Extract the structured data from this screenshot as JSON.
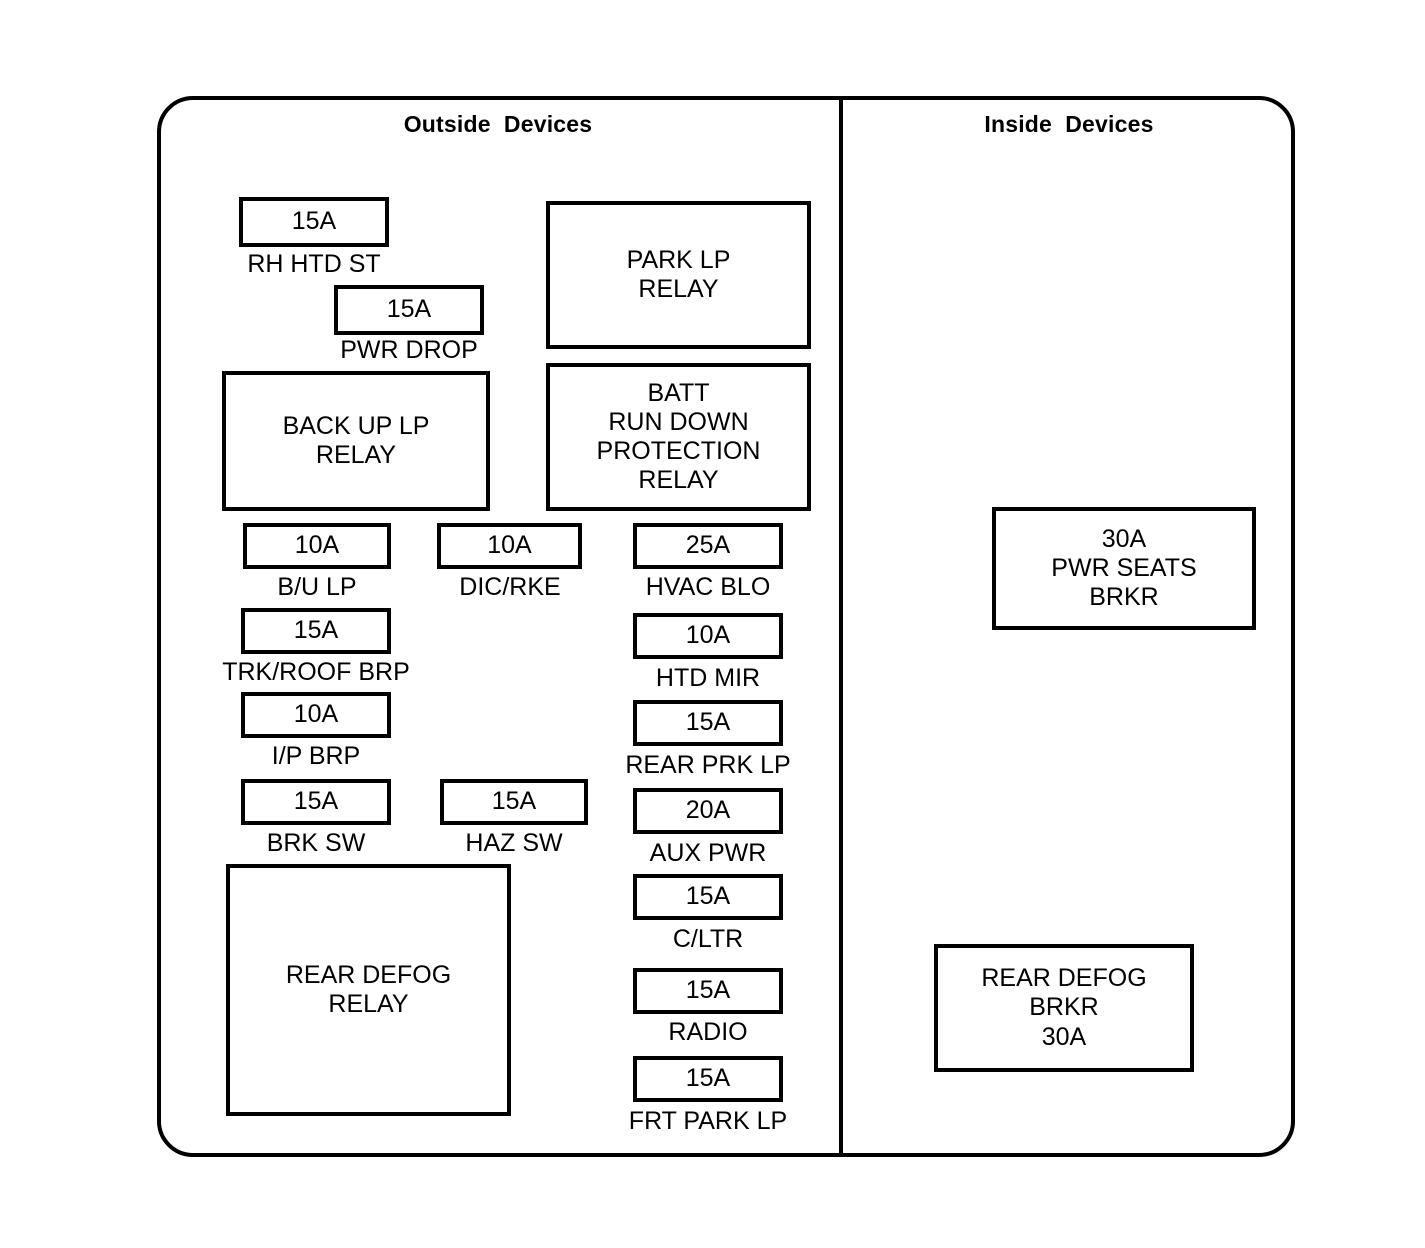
{
  "diagram": {
    "title_left": "Outside  Devices",
    "title_right": "Inside  Devices",
    "line_color": "#000000",
    "background_color": "#ffffff"
  },
  "outside_devices": {
    "fuses": [
      {
        "rating": "15A",
        "caption": "RH HTD ST"
      },
      {
        "rating": "15A",
        "caption": "PWR DROP"
      },
      {
        "rating": "10A",
        "caption": "B/U LP"
      },
      {
        "rating": "10A",
        "caption": "DIC/RKE"
      },
      {
        "rating": "25A",
        "caption": "HVAC BLO"
      },
      {
        "rating": "15A",
        "caption": "TRK/ROOF BRP"
      },
      {
        "rating": "10A",
        "caption": "HTD MIR"
      },
      {
        "rating": "10A",
        "caption": "I/P BRP"
      },
      {
        "rating": "15A",
        "caption": "REAR PRK LP"
      },
      {
        "rating": "15A",
        "caption": "BRK SW"
      },
      {
        "rating": "15A",
        "caption": "HAZ SW"
      },
      {
        "rating": "20A",
        "caption": "AUX PWR"
      },
      {
        "rating": "15A",
        "caption": "C/LTR"
      },
      {
        "rating": "15A",
        "caption": "RADIO"
      },
      {
        "rating": "15A",
        "caption": "FRT PARK LP"
      }
    ],
    "relays": [
      {
        "label": "PARK LP\nRELAY"
      },
      {
        "label": "BACK UP LP\nRELAY"
      },
      {
        "label": "BATT\nRUN DOWN\nPROTECTION\nRELAY"
      },
      {
        "label": "REAR DEFOG\nRELAY"
      }
    ]
  },
  "inside_devices": {
    "breakers": [
      {
        "label": "30A\nPWR SEATS\nBRKR"
      },
      {
        "label": "REAR DEFOG\nBRKR\n30A"
      }
    ]
  }
}
